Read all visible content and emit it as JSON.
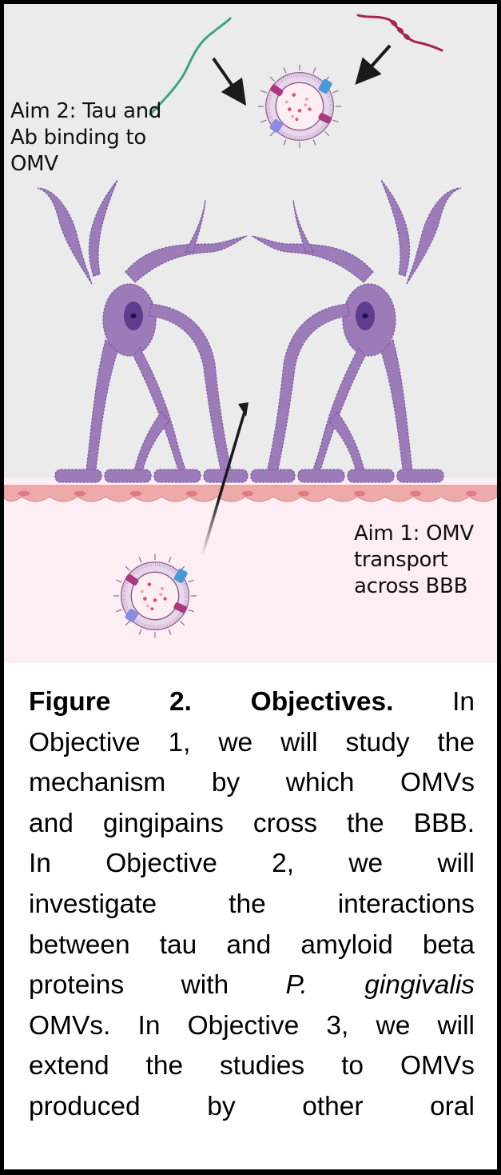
{
  "figure": {
    "aim2_label": [
      "Aim 2: Tau and",
      "Ab binding to",
      "OMV"
    ],
    "aim1_label": [
      "Aim 1: OMV",
      "transport",
      "across BBB"
    ],
    "elements": {
      "top_vesicle": "omv-vesicle",
      "bottom_vesicle": "omv-vesicle",
      "green_strand": "tau-fibril",
      "red_strand": "amyloid-beta-fibril",
      "cells": [
        "astrocyte-left",
        "astrocyte-right"
      ],
      "barrier": "endothelial-layer"
    },
    "colors": {
      "brain_bg": "#ebebeb",
      "blood_bg": "#fdeef3",
      "astrocyte": "#9b7bb8",
      "astrocyte_edge": "#7d5ca3",
      "nucleus": "#5e3d8e",
      "endothelium": "#eeaaaa",
      "endothelium_nucleus": "#e07b82",
      "tau": "#3ea57e",
      "amyloid": "#a6244f",
      "arrow": "#1a1a1a"
    }
  },
  "caption": {
    "lines": [
      [
        {
          "t": "Figure",
          "s": "b"
        },
        {
          "t": "2.",
          "s": "b"
        },
        {
          "t": "Objectives.",
          "s": "b"
        },
        {
          "t": "In",
          "s": ""
        }
      ],
      [
        {
          "t": "Objective 1, we will study the",
          "s": ""
        }
      ],
      [
        {
          "t": "mechanism by which OMVs",
          "s": ""
        }
      ],
      [
        {
          "t": "and gingipains cross the BBB.",
          "s": ""
        }
      ],
      [
        {
          "t": "In Objective 2, we will",
          "s": ""
        }
      ],
      [
        {
          "t": "investigate the interactions",
          "s": ""
        }
      ],
      [
        {
          "t": "between tau and amyloid beta",
          "s": ""
        }
      ],
      [
        {
          "t": "proteins with",
          "s": ""
        },
        {
          "t": "P.",
          "s": "i"
        },
        {
          "t": "gingivalis",
          "s": "i"
        }
      ],
      [
        {
          "t": "OMVs. In Objective 3, we will",
          "s": ""
        }
      ],
      [
        {
          "t": "extend the studies to OMVs",
          "s": ""
        }
      ],
      [
        {
          "t": "produced by other oral",
          "s": ""
        }
      ]
    ]
  }
}
